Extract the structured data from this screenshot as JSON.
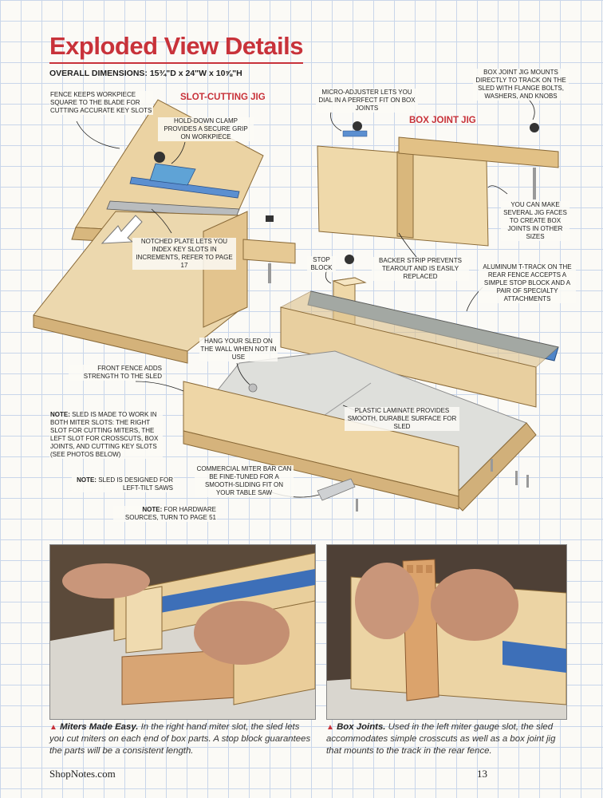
{
  "page": {
    "title": "Exploded View Details",
    "dimensions": "OVERALL DIMENSIONS: 15¾\"D x 24\"W x 10⅝\"H",
    "jig_labels": {
      "slot_cutting": "SLOT-CUTTING JIG",
      "box_joint": "BOX JOINT JIG"
    },
    "callouts": {
      "fence_square": "FENCE KEEPS WORKPIECE SQUARE TO THE BLADE FOR CUTTING ACCURATE KEY SLOTS",
      "hold_down": "HOLD-DOWN CLAMP PROVIDES A SECURE GRIP ON WORKPIECE",
      "notched_plate": "NOTCHED PLATE LETS YOU INDEX KEY SLOTS IN INCREMENTS, REFER TO PAGE 17",
      "micro_adjuster": "MICRO-ADJUSTER LETS YOU DIAL IN A PERFECT FIT ON BOX JOINTS",
      "box_mount": "BOX JOINT JIG MOUNTS DIRECTLY TO TRACK ON THE SLED WITH FLANGE BOLTS, WASHERS, AND KNOBS",
      "jig_faces": "YOU CAN MAKE SEVERAL JIG FACES TO CREATE BOX JOINTS IN OTHER SIZES",
      "stop_block": "STOP BLOCK",
      "backer_strip": "BACKER STRIP PREVENTS TEAROUT AND IS EASILY REPLACED",
      "t_track": "ALUMINUM T-TRACK ON THE REAR FENCE ACCEPTS A SIMPLE STOP BLOCK AND A PAIR OF SPECIALTY ATTACHMENTS",
      "hang": "HANG YOUR SLED ON THE WALL WHEN NOT IN USE",
      "front_fence": "FRONT FENCE ADDS STRENGTH TO THE SLED",
      "laminate": "PLASTIC LAMINATE PROVIDES SMOOTH, DURABLE SURFACE FOR SLED",
      "miter_bar": "COMMERCIAL MITER BAR CAN BE FINE-TUNED FOR A SMOOTH-SLIDING FIT ON YOUR TABLE SAW"
    },
    "notes": [
      {
        "label": "NOTE:",
        "text": " SLED IS MADE TO WORK IN BOTH MITER SLOTS: THE RIGHT SLOT FOR CUTTING MITERS, THE LEFT SLOT FOR CROSSCUTS, BOX JOINTS, AND CUTTING KEY SLOTS (SEE PHOTOS BELOW)"
      },
      {
        "label": "NOTE:",
        "text": " SLED IS DESIGNED FOR LEFT-TILT SAWS"
      },
      {
        "label": "NOTE:",
        "text": " FOR HARDWARE SOURCES, TURN TO PAGE 51"
      }
    ],
    "captions": [
      {
        "marker": "▲",
        "heading": "Miters Made Easy.",
        "text": " In the right hand miter slot, the sled lets you cut miters on each end of box parts. A stop block guarantees the parts will be a consistent length."
      },
      {
        "marker": "▲",
        "heading": "Box Joints.",
        "text": " Used in the left miter gauge slot, the sled accommodates simple crosscuts as well as a box joint jig that mounts to the track in the rear fence."
      }
    ],
    "footer": {
      "site": "ShopNotes.com",
      "page_number": "13"
    }
  },
  "colors": {
    "title_red": "#c8323a",
    "grid_blue": "#c9d6ea",
    "wood": "#e9cf9c",
    "laminate": "#d9dad7",
    "track_blue": "#3d6fb8"
  }
}
